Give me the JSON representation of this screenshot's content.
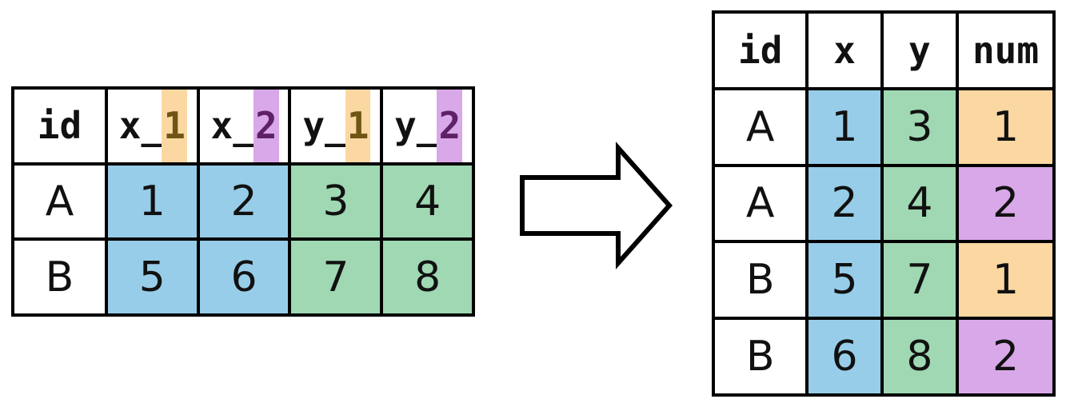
{
  "colors": {
    "blue": "#97cde8",
    "green": "#9fd8b2",
    "orange": "#fbd7a1",
    "purple": "#d9a8e8",
    "digit1": "#6e5514",
    "digit2": "#5e2168",
    "line": "#000000",
    "bg": "#ffffff"
  },
  "left_table": {
    "headers": [
      {
        "prefix": "id",
        "suffix": "",
        "highlight": "none"
      },
      {
        "prefix": "x_",
        "suffix": "1",
        "highlight": "orange"
      },
      {
        "prefix": "x_",
        "suffix": "2",
        "highlight": "purple"
      },
      {
        "prefix": "y_",
        "suffix": "1",
        "highlight": "orange"
      },
      {
        "prefix": "y_",
        "suffix": "2",
        "highlight": "purple"
      }
    ],
    "rows": [
      {
        "id": "A",
        "x_1": "1",
        "x_2": "2",
        "y_1": "3",
        "y_2": "4"
      },
      {
        "id": "B",
        "x_1": "5",
        "x_2": "6",
        "y_1": "7",
        "y_2": "8"
      }
    ]
  },
  "arrow": {
    "direction": "right"
  },
  "right_table": {
    "headers": [
      "id",
      "x",
      "y",
      "num"
    ],
    "rows": [
      {
        "id": "A",
        "x": "1",
        "y": "3",
        "num": "1",
        "num_highlight": "orange"
      },
      {
        "id": "A",
        "x": "2",
        "y": "4",
        "num": "2",
        "num_highlight": "purple"
      },
      {
        "id": "B",
        "x": "5",
        "y": "7",
        "num": "1",
        "num_highlight": "orange"
      },
      {
        "id": "B",
        "x": "6",
        "y": "8",
        "num": "2",
        "num_highlight": "purple"
      }
    ]
  }
}
